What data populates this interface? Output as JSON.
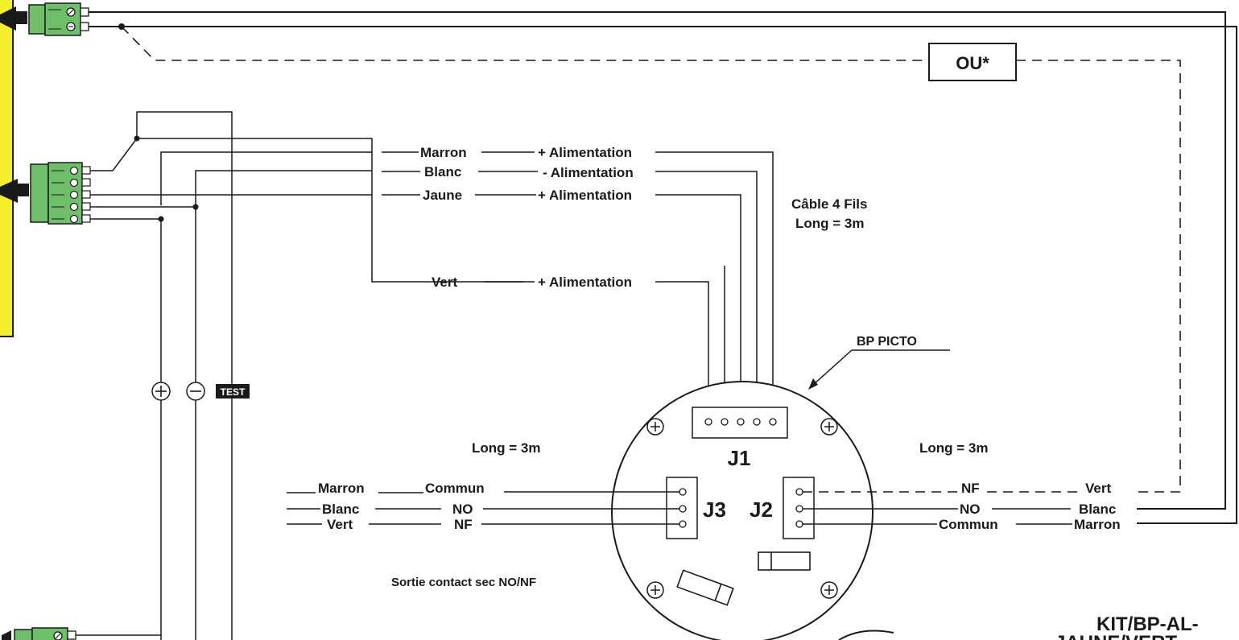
{
  "colors": {
    "panel_yellow": "#f5ee2c",
    "connector_green": "#6fbf6a",
    "ink": "#1a1a1a",
    "test_badge": "#1a1a1a"
  },
  "icons": [
    "connector-terminal-block-icon",
    "arrow-left-icon",
    "screw-terminal-icon",
    "plus-symbol-icon",
    "minus-symbol-icon",
    "mounting-screw-icon",
    "arrow-pointer-icon"
  ],
  "boxes": {
    "ou": "OU*"
  },
  "cable_note": {
    "line1": "Câble 4 Fils",
    "line2": "Long = 3m"
  },
  "supply_wires": [
    {
      "color_label": "Marron",
      "function": "+ Alimentation"
    },
    {
      "color_label": "Blanc",
      "function": "- Alimentation"
    },
    {
      "color_label": "Jaune",
      "function": "+ Alimentation"
    },
    {
      "color_label": "Vert",
      "function": "+ Alimentation"
    }
  ],
  "device": {
    "name": "BP PICTO",
    "j1": "J1",
    "j2": "J2",
    "j3": "J3"
  },
  "left_output": {
    "length": "Long = 3m",
    "rows": [
      {
        "color_label": "Marron",
        "contact": "Commun"
      },
      {
        "color_label": "Blanc",
        "contact": "NO"
      },
      {
        "color_label": "Vert",
        "contact": "NF"
      }
    ],
    "caption": "Sortie contact sec NO/NF"
  },
  "right_output": {
    "length": "Long = 3m",
    "rows": [
      {
        "contact": "NF",
        "color_label": "Vert"
      },
      {
        "contact": "NO",
        "color_label": "Blanc"
      },
      {
        "contact": "Commun",
        "color_label": "Marron"
      }
    ]
  },
  "bus_symbols": {
    "plus": "+",
    "minus": "−",
    "test": "TEST"
  },
  "footer_title": {
    "line1": "KIT/BP-AL-",
    "line2": "JAUNE/VERT"
  }
}
